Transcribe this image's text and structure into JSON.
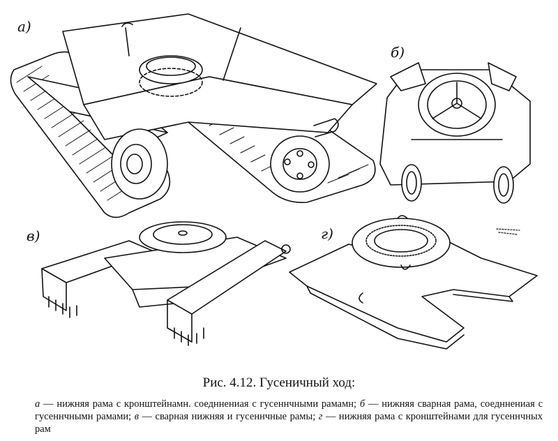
{
  "figure": {
    "panel_labels": {
      "a": "а)",
      "b": "б)",
      "v": "в)",
      "g": "г)"
    },
    "caption_title": "Рис. 4.12. Гусеничный ход:",
    "caption_items": [
      {
        "letter": "а",
        "text": " — нижняя рама с кронштейнамн. соедннениая с гусеннчными рамамн; "
      },
      {
        "letter": "б",
        "text": " — нижняя сварная рама, соедннениая с гусеннчнымн рамами; "
      },
      {
        "letter": "в",
        "text": " — сварная нижняя и гусеннчные рамы; "
      },
      {
        "letter": "г",
        "text": " — нижняя рама с кронштейнами для гусеннчных рам"
      }
    ]
  },
  "colors": {
    "ink": "#111111",
    "paper": "#ffffff"
  }
}
